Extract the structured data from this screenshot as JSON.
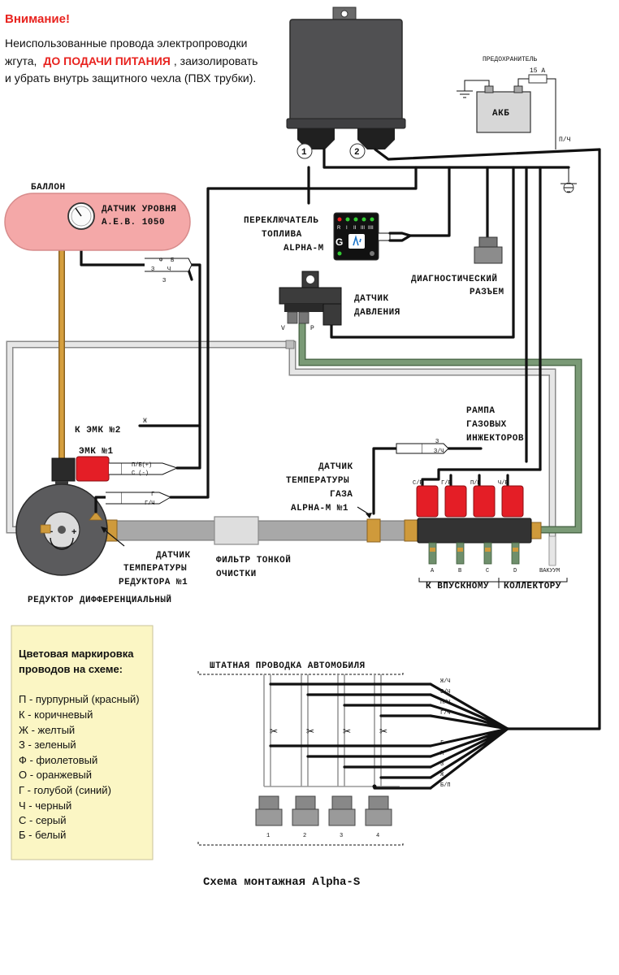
{
  "warning": {
    "title": "Внимание!",
    "line1": "Неиспользованные провода электропроводки",
    "line2_prefix": "жгута,",
    "line2_highlight": "ДО ПОДАЧИ ПИТАНИЯ",
    "line2_suffix": ", заизолировать",
    "line3": "и убрать внутрь защитного чехла (ПВХ трубки)."
  },
  "ecu": {
    "connector1": "1",
    "connector2": "2"
  },
  "battery": {
    "fuse_label": "ПРЕДОХРАНИТЕЛЬ",
    "fuse_rating": "15 А",
    "label": "АКБ",
    "wire": "П/Ч"
  },
  "tank": {
    "label": "БАЛЛОН",
    "sensor_line1": "ДАТЧИК УРОВНЯ",
    "sensor_line2": "А.Е.В. 1050",
    "wires": [
      "Ф",
      "Б",
      "З",
      "Ч",
      "З"
    ]
  },
  "switch": {
    "line1": "ПЕРЕКЛЮЧАТЕЛЬ",
    "line2": "ТОПЛИВА",
    "line3": "ALPHA-M",
    "indicators": [
      "R",
      "I",
      "II",
      "III",
      "IIII"
    ],
    "g_label": "G"
  },
  "diag": {
    "line1": "ДИАГНОСТИЧЕСКИЙ",
    "line2": "РАЗЪЕМ"
  },
  "pressure": {
    "line1": "ДАТЧИК",
    "line2": "ДАВЛЕНИЯ",
    "port_v": "V",
    "port_p": "P"
  },
  "emk2": {
    "label": "К ЭМК №2",
    "wire": "Ж"
  },
  "emk1": {
    "label": "ЭМК №1",
    "wire1": "П/Б(+)",
    "wire2": "С  (-)"
  },
  "reducer_temp": {
    "wire1": "Г",
    "wire2": "Г/Ч",
    "line1": "ДАТЧИК",
    "line2": "ТЕМПЕРАТУРЫ",
    "line3": "РЕДУКТОРА №1"
  },
  "reducer": {
    "label": "РЕДУКТОР ДИФФЕРЕНЦИАЛЬНЫЙ",
    "minus": "–",
    "plus": "+"
  },
  "filter": {
    "line1": "ФИЛЬТР ТОНКОЙ",
    "line2": "ОЧИСТКИ"
  },
  "gas_temp": {
    "line1": "ДАТЧИК",
    "line2": "ТЕМПЕРАТУРЫ",
    "line3": "ГАЗА",
    "line4": "ALPHA-M №1",
    "wire1": "З",
    "wire2": "З/Ч"
  },
  "rail": {
    "line1": "РАМПА",
    "line2": "ГАЗОВЫХ",
    "line3": "ИНЖЕКТОРОВ",
    "injector_wires": [
      "С/Б",
      "Г/Б",
      "П/Б",
      "Ч/Б"
    ],
    "outputs": [
      "A",
      "B",
      "C",
      "D"
    ],
    "vacuum": "ВАКУУМ",
    "manifold_left": "К ВПУСКНОМУ",
    "manifold_right": "КОЛЛЕКТОРУ"
  },
  "harness": {
    "title": "ШТАТНАЯ ПРОВОДКА АВТОМОБИЛЯ",
    "wires_top": [
      "Ж/Ч",
      "З/Ч",
      "П/Ч",
      "Г/Ч"
    ],
    "wires_bottom": [
      "Г",
      "П",
      "З",
      "Ж",
      "Б/П"
    ],
    "connectors": [
      "1",
      "2",
      "3",
      "4"
    ]
  },
  "legend": {
    "title1": "Цветовая маркировка",
    "title2": "проводов на схеме:",
    "items": [
      "П - пурпурный (красный)",
      "К - коричневый",
      "Ж - желтый",
      "З - зеленый",
      "Ф - фиолетовый",
      "О - оранжевый",
      "Г - голубой (синий)",
      "Ч - черный",
      "С - серый",
      "Б - белый"
    ]
  },
  "caption": "Схема монтажная Alpha-S",
  "colors": {
    "warning_red": "#e8231f",
    "tank_fill": "#f3a3a3",
    "ecu_body": "#4d4d4f",
    "injector_red": "#e41e26",
    "gas_pipe": "#a5a5a5",
    "brass": "#c8912f",
    "green_hose": "#6d8d6a",
    "legend_bg": "#fbf6c4"
  }
}
